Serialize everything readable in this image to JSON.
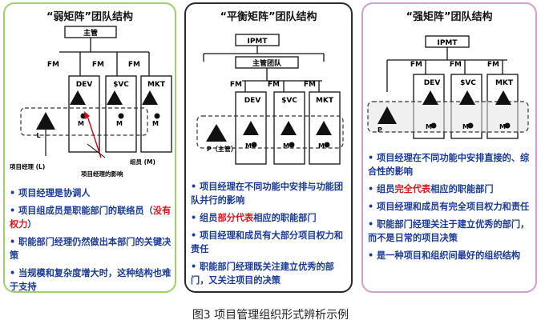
{
  "panels": [
    {
      "title": "“弱矩阵”团队结构",
      "chart": {
        "top": "主管",
        "fm": "FM",
        "depts": [
          "DEV",
          "$VC",
          "MKT"
        ],
        "pm": "L",
        "m": "M",
        "label_pm": "项目经理 (L)",
        "label_member": "组员 (M)",
        "label_influence": "项目经理的影响"
      },
      "bullets": [
        [
          {
            "t": "项目经理是协调人"
          }
        ],
        [
          {
            "t": "项目组成员是职能部门的联络员（"
          },
          {
            "t": "没有权力",
            "red": true
          },
          {
            "t": "）"
          }
        ],
        [
          {
            "t": "职能部门经理仍然做出本部门的关键决策"
          }
        ],
        [
          {
            "t": "当规模和复杂度增大时，这种结构也难于支持"
          }
        ]
      ]
    },
    {
      "title": "“平衡矩阵”团队结构",
      "chart": {
        "top": "IPMT",
        "sub": "主管团队",
        "fm": "FM",
        "depts": [
          "DEV",
          "$VC",
          "MKT"
        ],
        "pm": "P（主管）",
        "m": "M"
      },
      "bullets": [
        [
          {
            "t": "项目经理在不同功能中安排与功能团队并行的影响"
          }
        ],
        [
          {
            "t": "组员"
          },
          {
            "t": "部分代表",
            "red": true
          },
          {
            "t": "相应的职能部门"
          }
        ],
        [
          {
            "t": "项目经理和成员有大部分项目权力和责任"
          }
        ],
        [
          {
            "t": "职能部门经理既关注建立优秀的部门，又关注项目的决策"
          }
        ]
      ]
    },
    {
      "title": "“强矩阵”团队结构",
      "chart": {
        "top": "IPMT",
        "fm": "FM",
        "depts": [
          "DEV",
          "$VC",
          "MKT"
        ],
        "pm": "P",
        "m": "M"
      },
      "bullets": [
        [
          {
            "t": "项目经理在不同功能中安排直接的、综合性的影响"
          }
        ],
        [
          {
            "t": "组员"
          },
          {
            "t": "完全代表",
            "red": true
          },
          {
            "t": "相应的职能部门"
          }
        ],
        [
          {
            "t": "项目经理和成员有完全项目权力和责任"
          }
        ],
        [
          {
            "t": "职能部门经理关注于建立优秀的部门，而不是日常的项目决策"
          }
        ],
        [
          {
            "t": "是一种项目和组织间最好的组织结构"
          }
        ]
      ]
    }
  ],
  "caption": "图3 项目管理组织形式辨析示例"
}
